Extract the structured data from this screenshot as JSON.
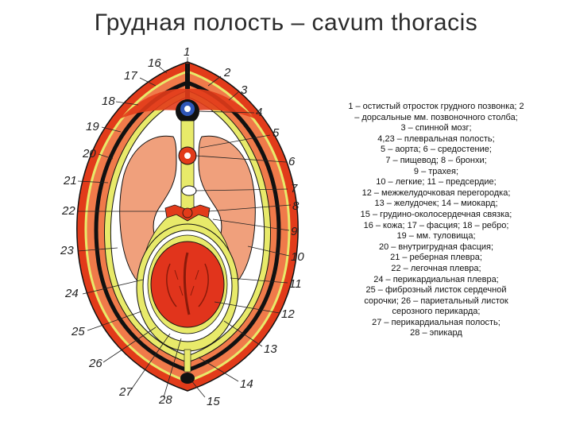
{
  "title": "Грудная полость – cavum thoracis",
  "numbers": [
    "1",
    "2",
    "3",
    "4",
    "5",
    "6",
    "7",
    "8",
    "9",
    "10",
    "11",
    "12",
    "13",
    "14",
    "15",
    "16",
    "17",
    "18",
    "19",
    "20",
    "21",
    "22",
    "23",
    "24",
    "25",
    "26",
    "27",
    "28"
  ],
  "legend": [
    "1 – остистый отросток грудного позвонка; 2 – дорсальные мм. позвоночного столба;",
    "3 – спинной мозг;",
    "4,23 – плевральная полость;",
    "5 – аорта; 6 – средостение;",
    "7 – пищевод; 8 – бронхи;",
    "9 – трахея;",
    "10 – легкие; 11 – предсердие;",
    "12 – межжелудочковая перегородка;",
    "13 – желудочек; 14 – миокард;",
    "15 – грудино-околосердечная связка;",
    "16 – кожа; 17 – фасция; 18 – ребро;",
    "19 – мм. туловища;",
    "20 – внутригрудная фасция;",
    "21 – реберная плевра;",
    "22 – легочная плевра;",
    "24 – перикардиальная плевра;",
    "25 – фиброзный листок сердечной сорочки; 26 – париетальный листок серозного перикарда;",
    "27 – перикардиальная полость;",
    "28 – эпикард"
  ],
  "colors": {
    "skin": "#e23b1a",
    "muscle": "#f07a4a",
    "fascia_yellow": "#e8ea6a",
    "lung": "#f0a07c",
    "heart": "#e1341c",
    "black": "#111111",
    "spine_blue": "#2f56b8"
  }
}
